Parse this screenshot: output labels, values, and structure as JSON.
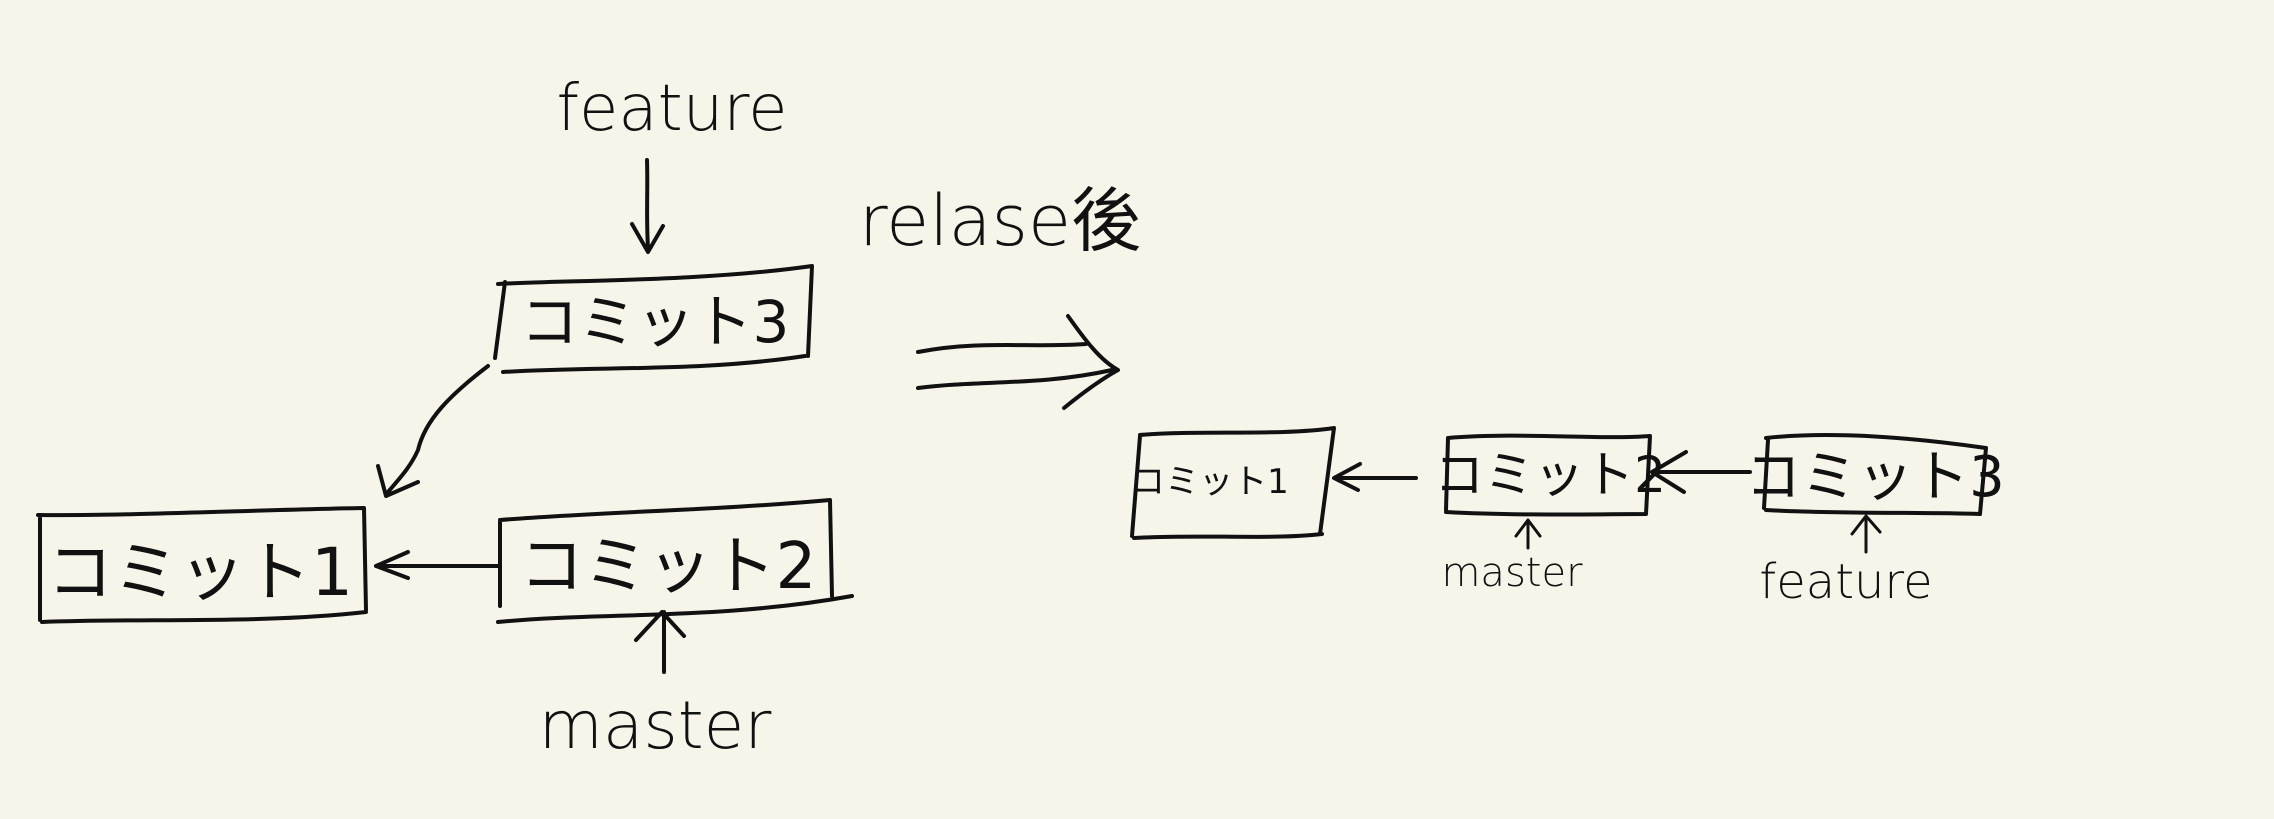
{
  "colors": {
    "background": "#f7f5ea",
    "ink": "#111111"
  },
  "before": {
    "commit1": "コミット1",
    "commit2": "コミット2",
    "commit3": "コミット3",
    "feature_label": "feature",
    "master_label": "master"
  },
  "transition_label": "relase後",
  "after": {
    "commit1": "コミット1",
    "commit2": "コミット2",
    "commit3": "コミット3",
    "master_label": "master",
    "feature_label": "feature"
  }
}
